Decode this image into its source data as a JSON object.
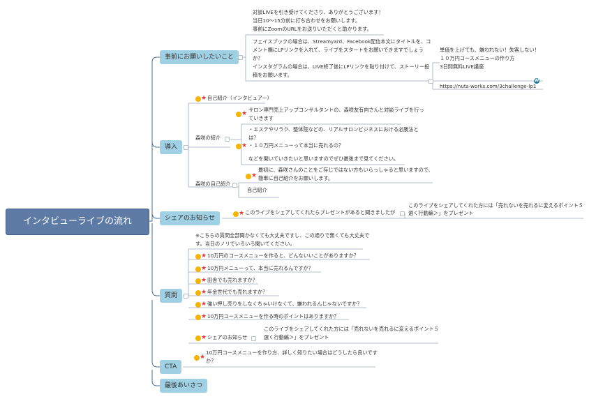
{
  "root": {
    "title": "インタビューライブの流れ"
  },
  "branches": {
    "b1": {
      "label": "事前にお願いしたいこと",
      "intro": [
        "対談LIVEを引き受けてくださり、ありがとうございます！",
        "当日10〜15分前に打ち合わせをお願いします。",
        "事前にZoomのURLをお送りいただくと助かります。"
      ],
      "fb": [
        "フェイスブックの場合は、Streamyard、Facebook配信本文にタイトルを、コ",
        "メント欄にLPリンクを入れて、ライブをスタートをお願いできますでしょう",
        "か？"
      ],
      "insta": [
        "インスタグラムの場合は、LIVE終了後にLPリンクを貼り付けて、ストーリー投",
        "稿をお願います。"
      ],
      "promo": [
        "単価を上げても、嫌われない！失客しない！",
        "１０万円コースメニューの作り方",
        "3日間無料LIVE講座"
      ],
      "url": "https://nuts-works.com/3challenge-lp1"
    },
    "b2": {
      "label": "導入",
      "self_intro": "自己紹介（インタビュアー）",
      "morishi_intro": "森咲の紹介",
      "morishi_p1": [
        "サロン専門売上アップコンサルタントの、森咲友有向さんと対談ライブを行っ",
        "ていきます"
      ],
      "morishi_p2": [
        "・エステやリラク、整体院などの、リアルサロンビジネスにおける必勝法と",
        "は？",
        "・１０万円メニューって本当に売れるの？",
        "",
        "などを聞いていきたいと思いますのでぜひ最後まで見てください。"
      ],
      "morishi_self": "森咲の自己紹介",
      "morishi_self_p": [
        "最初に、森咲さんのことをご存じではない方もいらっしゃると思いますので、",
        "簡単に自己紹介をお願いします。"
      ],
      "morishi_self_sub": "自己紹介"
    },
    "b3": {
      "label": "シェアのお知らせ",
      "text": "このライブをシェアしてくれたらプレゼントがあると聞きましたが",
      "detail": [
        "このライブをシェアしてくれた方には「売れないを売れるに変えるポイント５",
        "選く行動編＞」をプレゼント"
      ]
    },
    "b4": {
      "label": "質問",
      "note": [
        "※こちらの質問全部聞かなくても大丈夫ですし、この通りで無くても大丈夫で",
        "す。当日のノリでいろいろ聞いてください。"
      ],
      "questions": [
        "10万円のコースメニューを作ると、どんないいことがありますか？",
        "10万円メニューって、本当に売れるんですか？",
        "田舎でも売れますか？",
        "年金世代でも売れますか？",
        "強い押し売りをしなくちゃいけなくて、嫌われるんじゃないですか？",
        "10万円コースメニューを作る時のポイントはありますか？",
        "シェアのお知らせ"
      ],
      "share_detail": [
        "このライブをシェアしてくれた方には「売れないを売れるに変えるポイント５",
        "選く行動編＞」をプレゼント"
      ]
    },
    "b5": {
      "label": "CTA",
      "text": [
        "10万円コースメニューを作り方、詳しく知りたい場合はどうしたら良いです",
        "か？"
      ]
    },
    "b6": {
      "label": "最後あいさつ"
    }
  }
}
